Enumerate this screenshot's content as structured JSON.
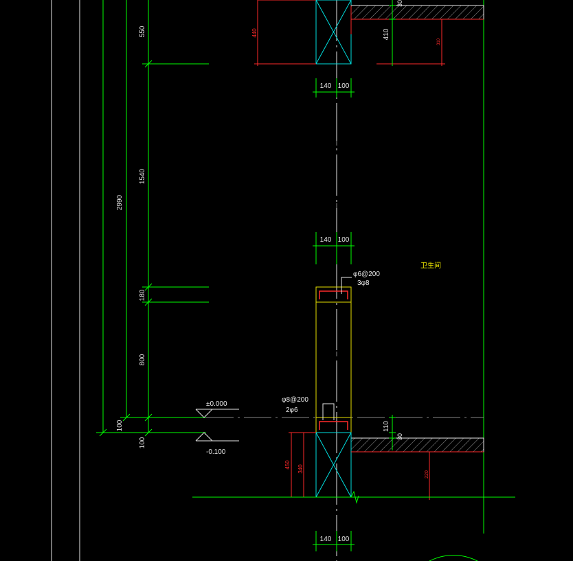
{
  "colors": {
    "background": "#000000",
    "dimension_green": "#00ff00",
    "wall_cyan": "#00e0e0",
    "red_dim": "#ff2a2a",
    "yellow_outline": "#e8e000",
    "white": "#ffffff",
    "hatch": "#b0b0b0"
  },
  "vertical_dims": {
    "d550": "550",
    "d1540": "1540",
    "d2990": "2990",
    "d180": "180",
    "d800": "800",
    "d100a": "100",
    "d100b": "100"
  },
  "horizontal_dims": {
    "top": [
      "140",
      "100"
    ],
    "middle": [
      "140",
      "100"
    ],
    "bottom": [
      "140",
      "100"
    ]
  },
  "red_dims": {
    "upper_left": "440",
    "upper_right": "310",
    "lower_outer": "450",
    "lower_inner": "340",
    "lower_right": "220"
  },
  "slab_dims": {
    "upper_410": "410",
    "upper_30": "30",
    "lower_110": "110",
    "lower_30": "30"
  },
  "elevations": {
    "floor": "±0.000",
    "ground": "-0.100"
  },
  "rebar_labels": {
    "upper_stirrup": "φ6@200",
    "upper_bars": "3φ8",
    "lower_stirrup": "φ8@200",
    "lower_bars": "2φ6"
  },
  "room_label": "卫生间"
}
